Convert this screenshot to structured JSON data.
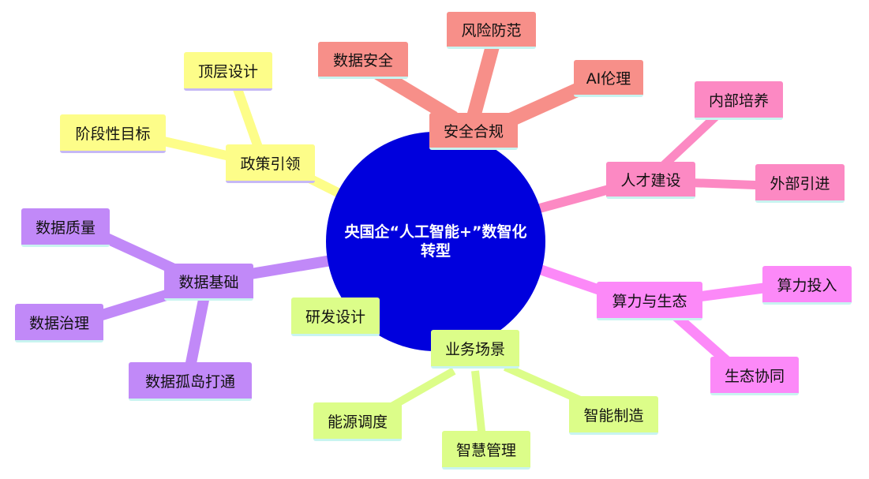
{
  "colors": {
    "red": "#f78f89",
    "red_line": "#f78f89",
    "pink": "#fc89c3",
    "magenta": "#fc89f8",
    "green": "#dcfd89",
    "purple": "#c189f8",
    "yellow": "#fdfd89",
    "center": "#0000dd"
  },
  "center": {
    "text": "央国企“人工智能+”数智化转型"
  },
  "branches": {
    "safety": {
      "label": "安全合规",
      "children": [
        "数据安全",
        "风险防范",
        "AI伦理"
      ]
    },
    "talent": {
      "label": "人才建设",
      "children": [
        "内部培养",
        "外部引进"
      ]
    },
    "compute": {
      "label": "算力与生态",
      "children": [
        "算力投入",
        "生态协同"
      ]
    },
    "business": {
      "label": "业务场景",
      "children": [
        "研发设计",
        "能源调度",
        "智慧管理",
        "智能制造"
      ]
    },
    "data": {
      "label": "数据基础",
      "children": [
        "数据质量",
        "数据治理",
        "数据孤岛打通"
      ]
    },
    "policy": {
      "label": "政策引领",
      "children": [
        "顶层设计",
        "阶段性目标"
      ]
    }
  }
}
